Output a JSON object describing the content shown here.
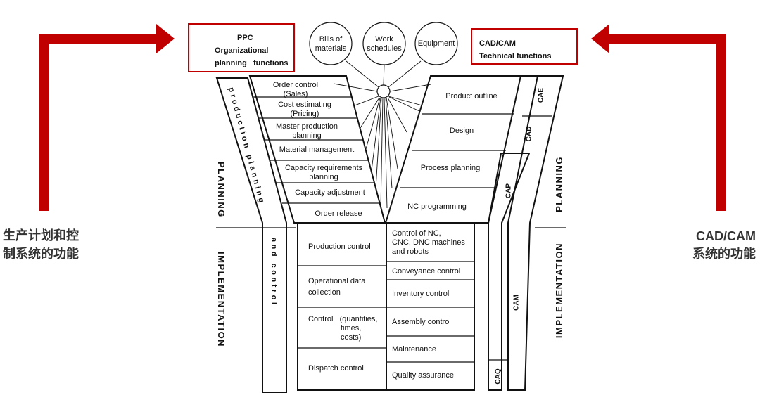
{
  "header": {
    "ppc_box": [
      "PPC",
      "Organizational",
      "planning   functions"
    ],
    "cad_box": [
      "CAD/CAM",
      "Technical functions"
    ],
    "circles": [
      {
        "lines": [
          "Bills of",
          "materials"
        ]
      },
      {
        "lines": [
          "Work",
          "schedules"
        ]
      },
      {
        "lines": [
          "Equipment"
        ]
      }
    ]
  },
  "side_labels": {
    "left_cn": [
      "生产计划和控",
      "制系统的功能"
    ],
    "right_cn": [
      "CAD/CAM",
      "系统的功能"
    ],
    "planning_left": "PLANNING",
    "implementation_left": "IMPLEMENTATION",
    "planning_right": "PLANNING",
    "implementation_right": "IMPLEMENTATION",
    "ppc_strip_top": "production planning",
    "ppc_strip_bottom": "and control"
  },
  "ppc_planning_items": [
    [
      "Order control",
      "(Sales)"
    ],
    [
      "Cost estimating",
      "(Pricing)"
    ],
    [
      "Master production",
      "planning"
    ],
    [
      "Material management"
    ],
    [
      "Capacity requirements",
      "planning"
    ],
    [
      "Capacity adjustment"
    ],
    [
      "Order release"
    ]
  ],
  "ppc_implementation_items": [
    [
      "Production control"
    ],
    [
      "Operational data",
      "collection"
    ],
    [
      "Control   (quantities,",
      "times,",
      "costs)"
    ],
    [
      "Dispatch control"
    ]
  ],
  "cad_planning_items": [
    "Product outline",
    "Design",
    "Process planning",
    "NC programming"
  ],
  "cam_implementation_items": [
    [
      "Control of NC,",
      "CNC, DNC machines",
      "and robots"
    ],
    [
      "Conveyance control"
    ],
    [
      "Inventory control"
    ],
    [
      "Assembly control"
    ],
    [
      "Maintenance"
    ],
    [
      "Quality assurance"
    ]
  ],
  "strip_labels": {
    "cae": "CAE",
    "cad": "CAD",
    "cap": "CAP",
    "cam": "CAM",
    "caq": "CAQ"
  },
  "colors": {
    "arrow_red": "#c00000",
    "line": "#111111"
  }
}
